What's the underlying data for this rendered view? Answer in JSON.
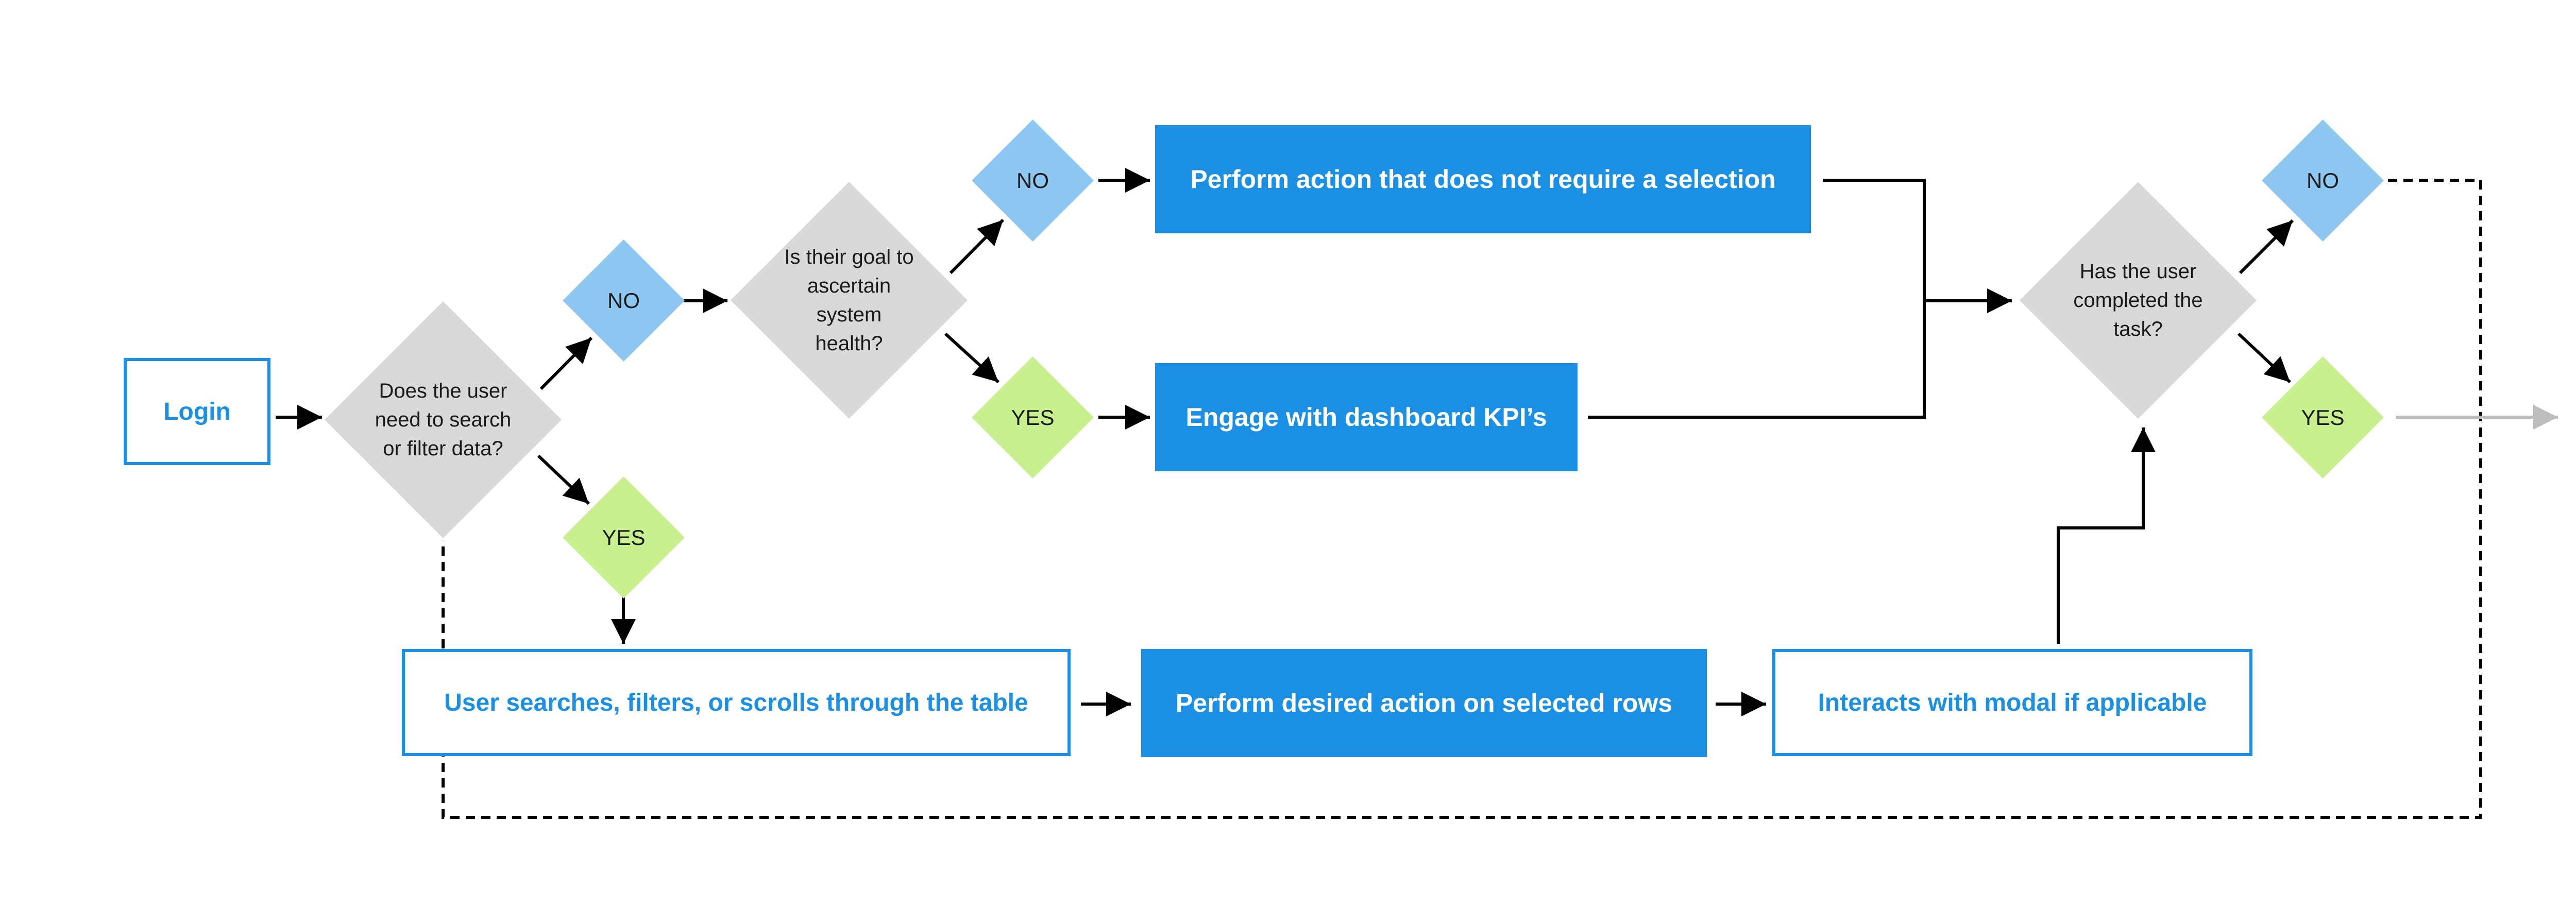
{
  "nodes": {
    "login": "Login",
    "q_search": "Does the user need to search or filter data?",
    "q_search_no": "NO",
    "q_search_yes": "YES",
    "q_goal": "Is their goal to ascertain system health?",
    "q_goal_no": "NO",
    "q_goal_yes": "YES",
    "action_no_selection": "Perform action that does not require a selection",
    "engage_kpi": "Engage with dashboard KPI’s",
    "q_completed": "Has the user completed the task?",
    "q_completed_no": "NO",
    "q_completed_yes": "YES",
    "table_interaction": "User searches, filters, or scrolls through the table",
    "action_selected_rows": "Perform desired action on selected rows",
    "modal_interaction": "Interacts with modal if applicable"
  },
  "colors": {
    "accent_blue": "#1b8fe3",
    "decision_gray": "#d9d9d9",
    "no_blue": "#8ec8f2",
    "yes_green": "#c8f08f",
    "connector": "#000000",
    "exit_arrow": "#bdbdbd"
  }
}
